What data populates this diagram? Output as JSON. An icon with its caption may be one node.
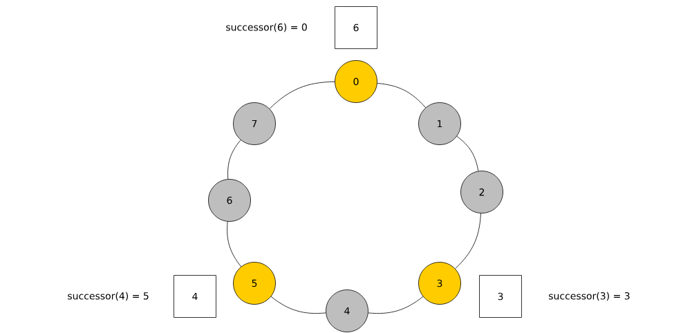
{
  "diagram": {
    "nodes": [
      {
        "text": [
          "6"
        ],
        "beside": [
          "successor(6) = 0"
        ]
      },
      {
        "text": [
          "0"
        ]
      },
      {
        "text": [
          "1"
        ]
      },
      {
        "text": [
          "2"
        ]
      },
      {
        "text": [
          "3"
        ]
      },
      {
        "text": [
          "4"
        ]
      },
      {
        "text": [
          "5"
        ]
      },
      {
        "text": [
          "6"
        ]
      },
      {
        "text": [
          "7"
        ]
      },
      {
        "text": [
          "4"
        ],
        "beside": [
          "successor(4) = 5"
        ]
      },
      {
        "text": [
          "3"
        ],
        "beside": [
          "successor(3) = 3"
        ]
      }
    ],
    "edges": [
      {
        "from": 1,
        "to": 2,
        "arrow": "none"
      },
      {
        "from": 2,
        "to": 3,
        "arrow": "none"
      },
      {
        "from": 3,
        "to": 4,
        "arrow": "none"
      },
      {
        "from": 4,
        "to": 5,
        "arrow": "none"
      },
      {
        "from": 5,
        "to": 6,
        "arrow": "none"
      },
      {
        "from": 6,
        "to": 7,
        "arrow": "none"
      },
      {
        "from": 7,
        "to": 8,
        "arrow": "none"
      },
      {
        "from": 8,
        "to": 1,
        "arrow": "none"
      }
    ]
  }
}
